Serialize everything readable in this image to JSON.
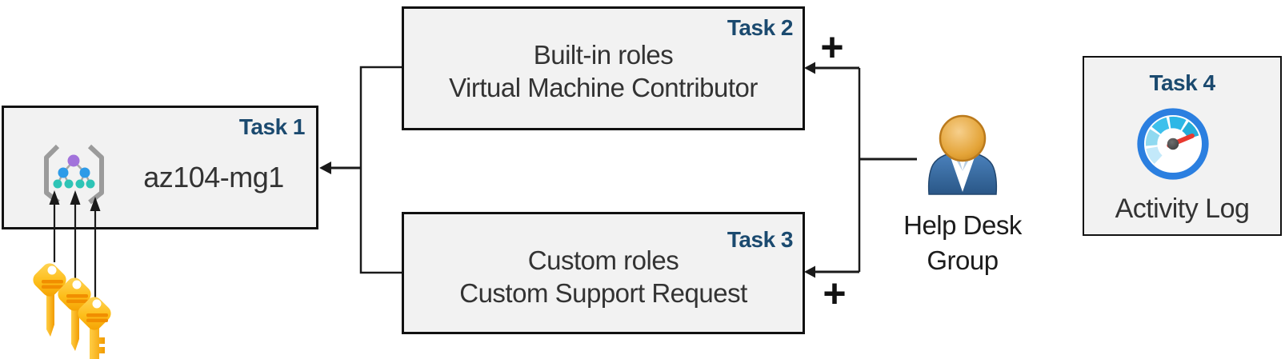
{
  "tasks": [
    {
      "label": "Task 1",
      "title": "az104-mg1"
    },
    {
      "label": "Task 2",
      "line1": "Built-in roles",
      "line2": "Virtual Machine Contributor"
    },
    {
      "label": "Task 3",
      "line1": "Custom roles",
      "line2": "Custom Support Request"
    },
    {
      "label": "Task 4",
      "title": "Activity Log"
    }
  ],
  "help_desk": {
    "line1": "Help Desk",
    "line2": "Group"
  },
  "symbols": {
    "plus": "+"
  },
  "icons": {
    "task1": "management-group-icon",
    "task4": "activity-log-gauge-icon",
    "help_desk": "user-icon",
    "bottom_left": "keys-icon"
  },
  "colors": {
    "task_label_navy": "#1B4A6F",
    "box_fill": "#F2F2F2",
    "box_border": "#111111",
    "body_text": "#333333",
    "connector_black": "#1A1A1A",
    "key_gold": "#FBB612",
    "key_stripe_orange": "#F18E00",
    "gauge_ring_blue": "#2B7FE0",
    "gauge_needle_red": "#E8392F",
    "person_body_blue": "#3A72AE",
    "person_head_gold": "#E8A53C",
    "mg_purple": "#A273DB",
    "mg_blue": "#2E9BE8",
    "mg_teal": "#2EC4B6",
    "mg_bracket_gray": "#9B9B9B"
  }
}
